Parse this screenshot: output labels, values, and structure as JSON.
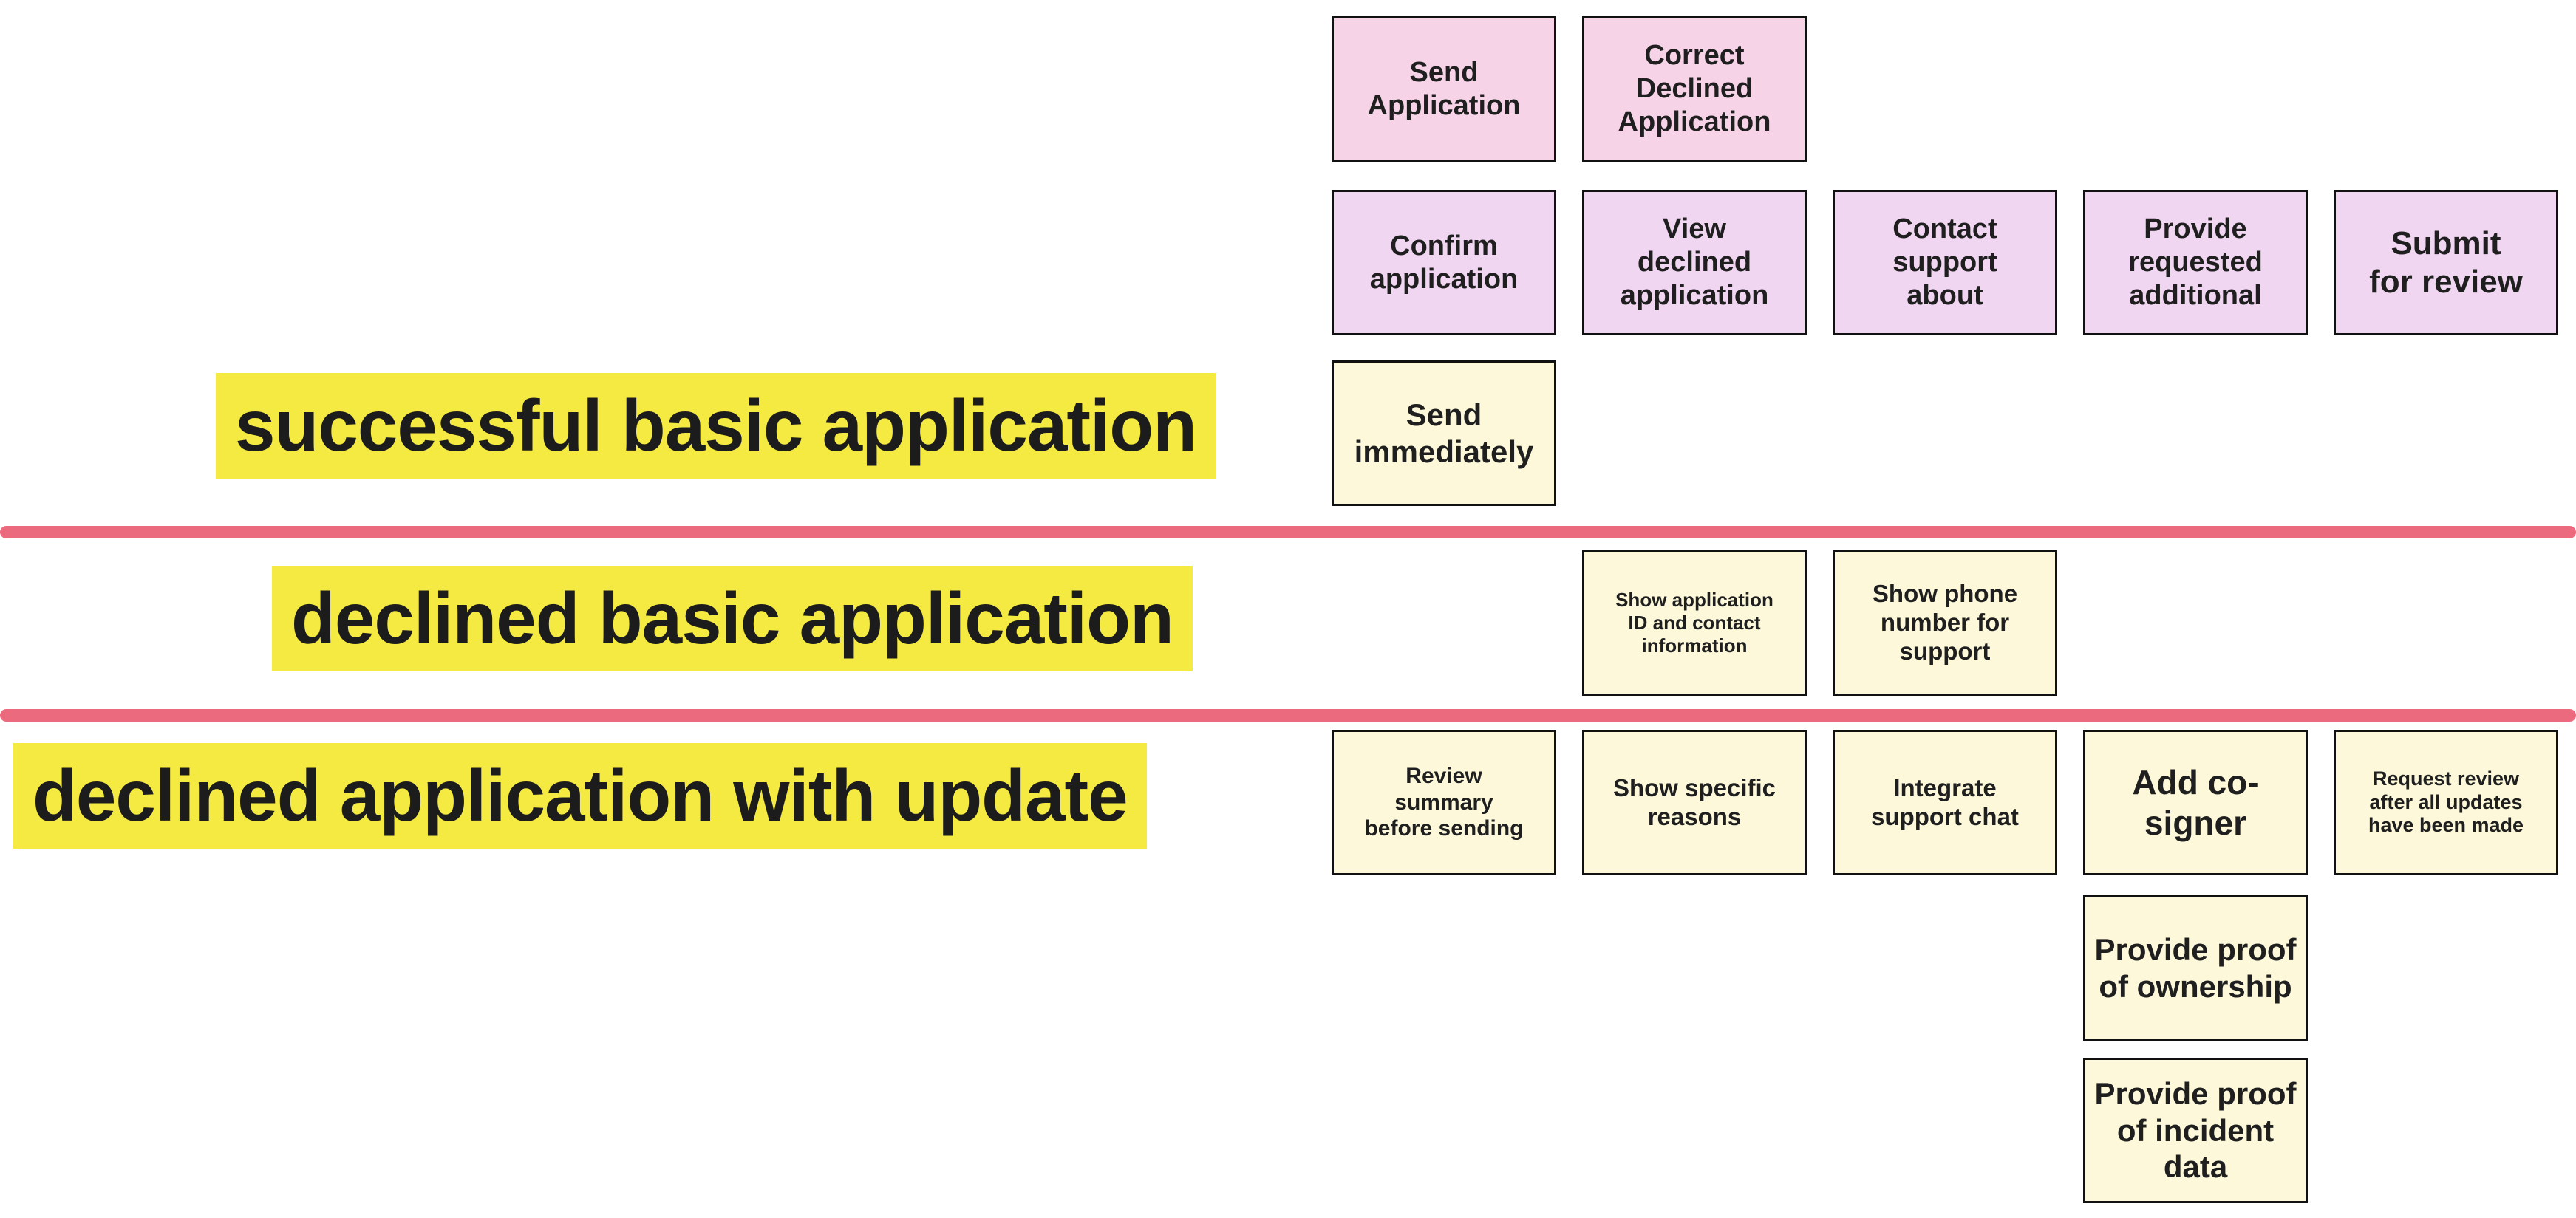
{
  "palette": {
    "activity_pink": "#f7d3e8",
    "step_lilac": "#f1d6f2",
    "note_cream": "#fcf8d9",
    "label_highlight_yellow": "#f5ea41",
    "divider_red": "#ec6a7d",
    "card_border": "#111111",
    "text": "#1f1f1f"
  },
  "activities": [
    "Send\nApplication",
    "Correct\nDeclined\nApplication"
  ],
  "steps": [
    "Confirm\napplication",
    "View\ndeclined\napplication",
    "Contact\nsupport\nabout",
    "Provide\nrequested\nadditional",
    "Submit\nfor review"
  ],
  "rows": [
    {
      "label": "successful basic application",
      "cards": [
        {
          "text": "Send\nimmediately"
        }
      ]
    },
    {
      "label": "declined basic application",
      "cards": [
        {
          "text": "Show application\nID and contact\ninformation"
        },
        {
          "text": "Show phone\nnumber for\nsupport"
        }
      ]
    },
    {
      "label": "declined application with update",
      "cards": [
        {
          "text": "Review\nsummary\nbefore sending"
        },
        {
          "text": "Show specific\nreasons"
        },
        {
          "text": "Integrate\nsupport chat"
        },
        {
          "text": "Add co-\nsigner"
        },
        {
          "text": "Request review\nafter all updates\nhave been made"
        },
        {
          "text": "Provide proof\nof ownership"
        },
        {
          "text": "Provide proof\nof incident\ndata"
        }
      ]
    }
  ]
}
